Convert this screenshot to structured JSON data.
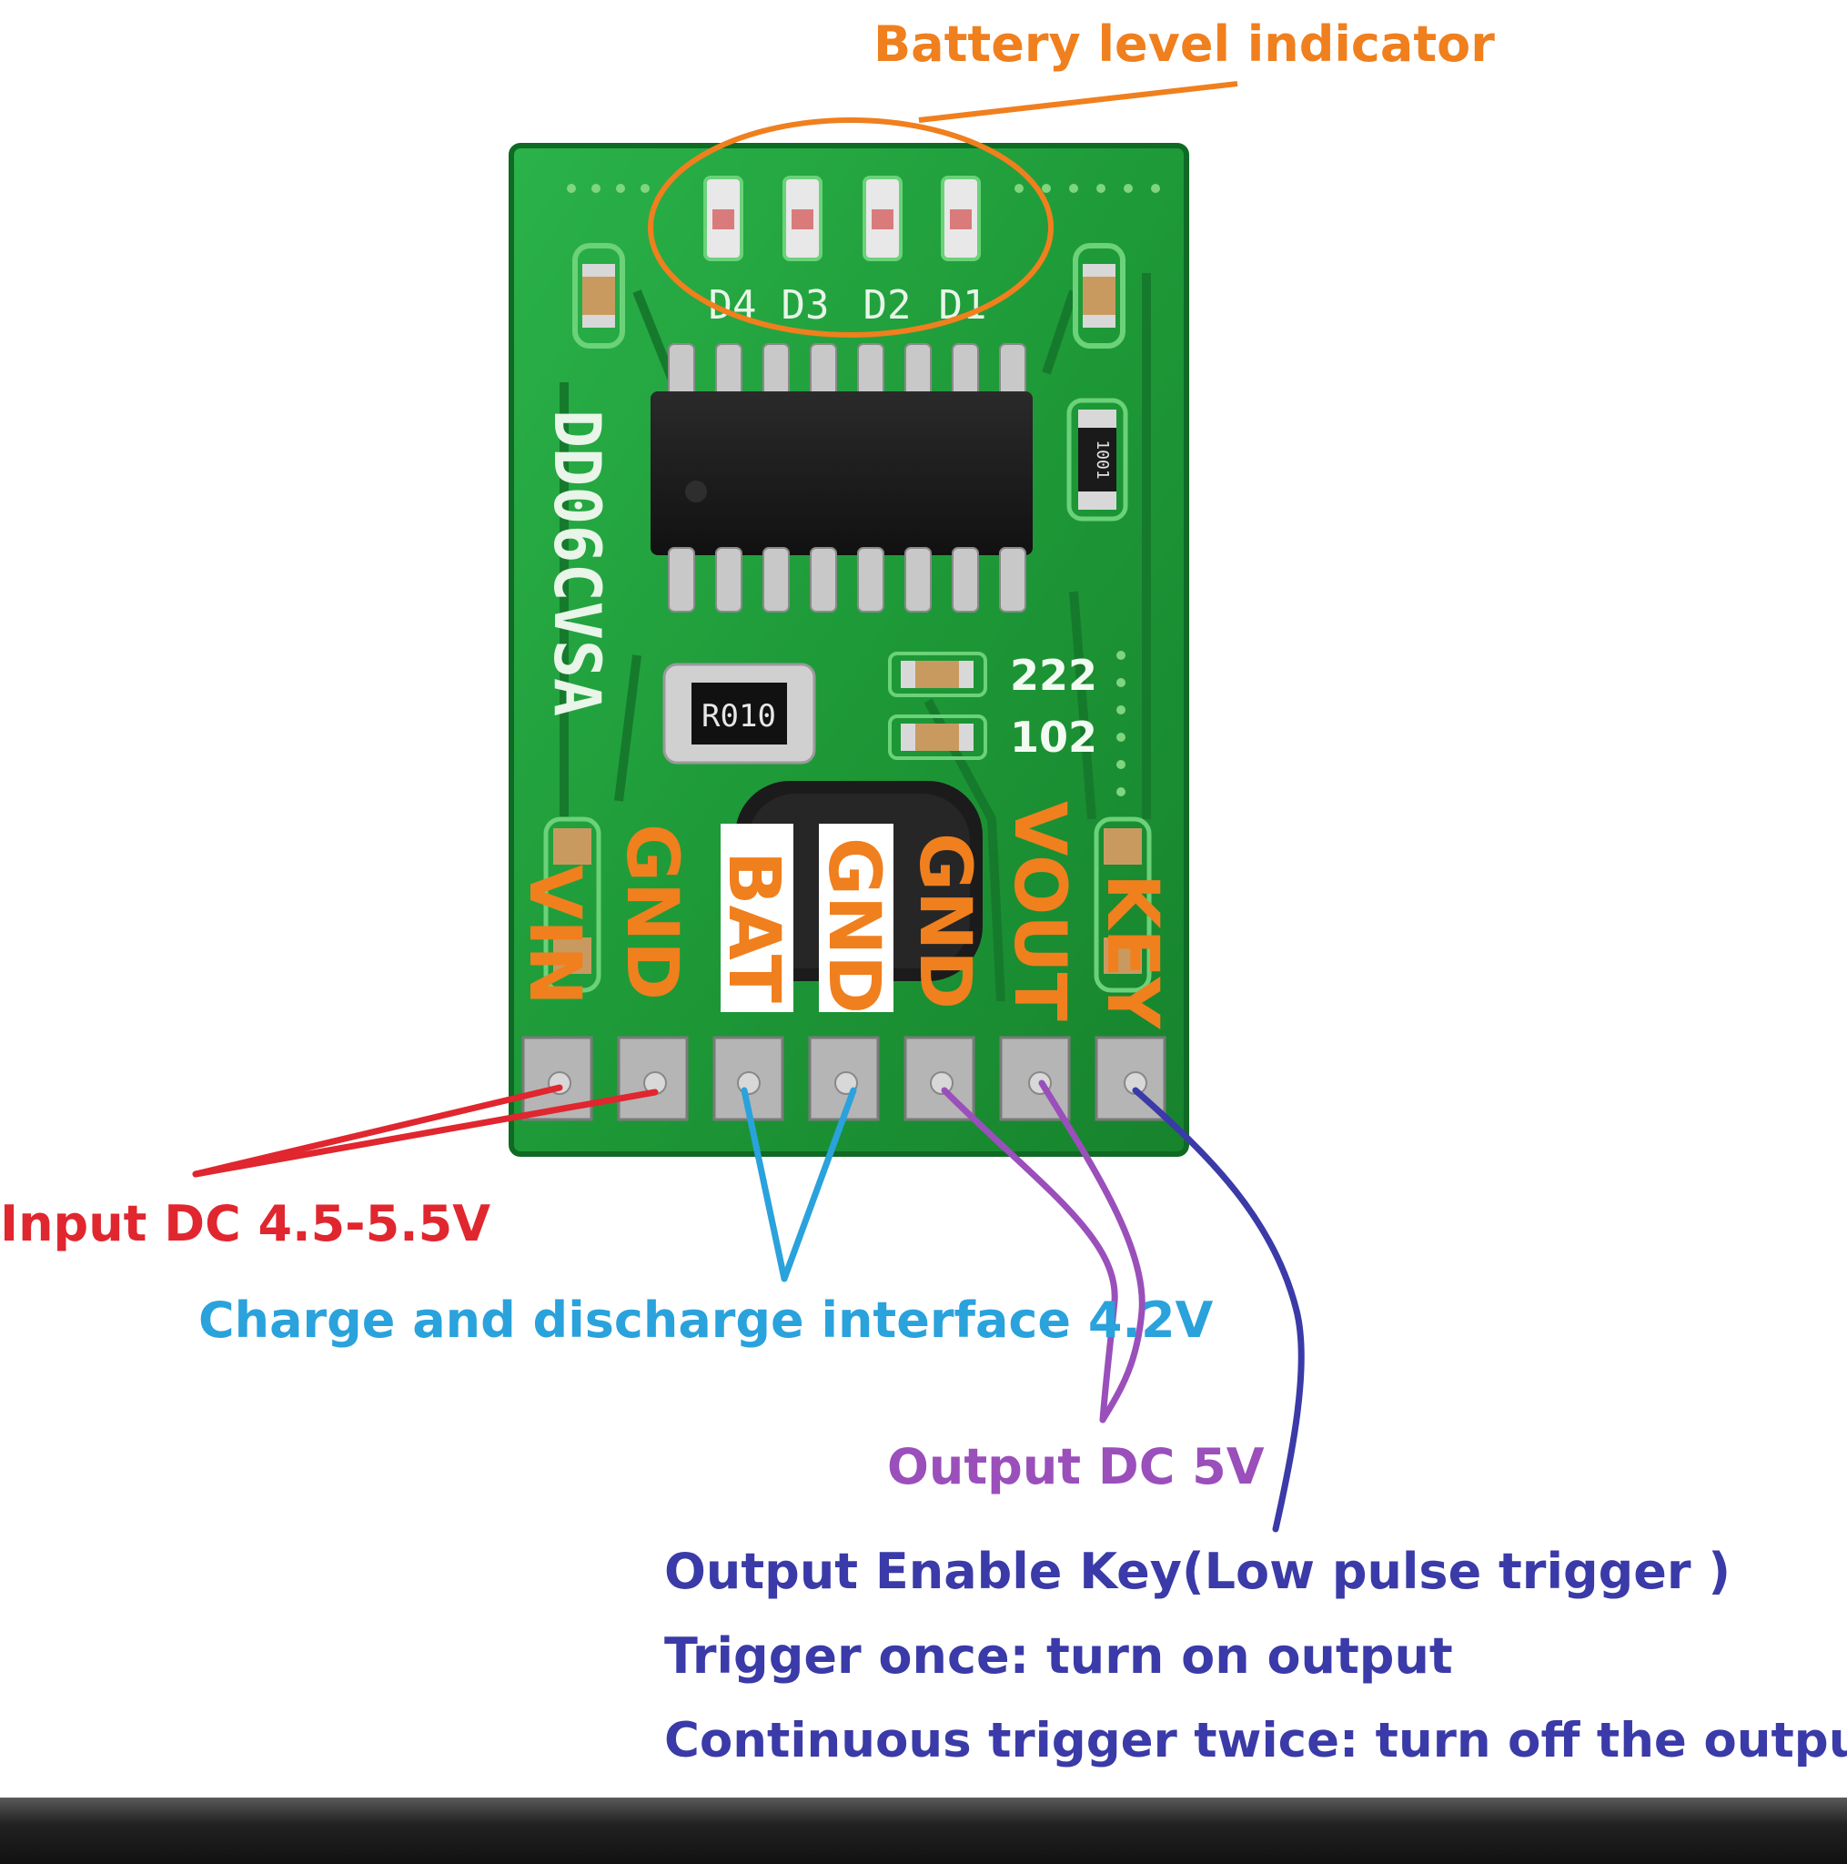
{
  "annotations": {
    "battery_indicator": "Battery level indicator",
    "input": "Input DC 4.5-5.5V",
    "charge": "Charge and discharge interface 4.2V",
    "output": "Output DC 5V",
    "key_line1": "Output Enable Key(Low pulse trigger )",
    "key_line2": "Trigger once: turn on output",
    "key_line3": "Continuous trigger twice: turn off the output"
  },
  "board": {
    "model": "DD06CVSA",
    "leds": [
      "D4",
      "D3",
      "D2",
      "D1"
    ],
    "resistor_main": "R010",
    "resistor_small": "1001",
    "capacitor_1": "222",
    "capacitor_2": "102"
  },
  "pins": [
    "VIN",
    "GND",
    "BAT",
    "GND",
    "GND",
    "VOUT",
    "KEY"
  ],
  "colors": {
    "pcb_green": "#1f9e3a",
    "label_orange": "#f07f1e",
    "input_red": "#e0262e",
    "charge_blue": "#2aa2dc",
    "output_purple": "#9a4fbb",
    "key_navy": "#3a3aa8"
  }
}
